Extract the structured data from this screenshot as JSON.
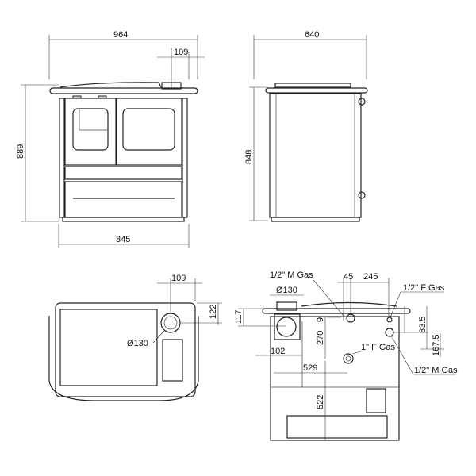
{
  "front_view": {
    "width_total": "964",
    "flue_offset": "109",
    "height_total": "889",
    "body_width": "845"
  },
  "side_view": {
    "depth": "640",
    "height": "848"
  },
  "top_view": {
    "flue_offset": "109",
    "flue_depth": "122",
    "flue_diameter": "Ø130"
  },
  "rear_view": {
    "gas_m_top": "1/2\" M Gas",
    "dim_45": "45",
    "dim_245": "245",
    "gas_f_right": "1/2\" F Gas",
    "flue_diameter": "Ø130",
    "dim_117": "117",
    "dim_9": "9",
    "dim_270": "270",
    "dim_83_5": "83.5",
    "dim_167_5": "167.5",
    "gas_f_1in": "1\" F Gas",
    "dim_102": "102",
    "dim_529": "529",
    "gas_m_right": "1/2\" M Gas",
    "dim_522": "522"
  }
}
